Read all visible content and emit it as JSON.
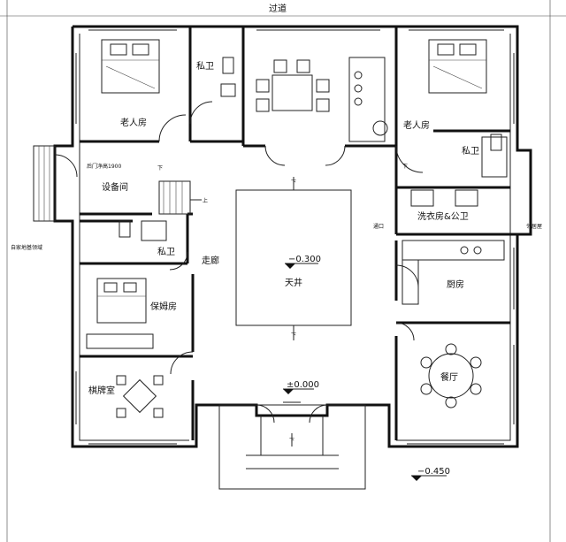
{
  "labels": {
    "passage": "过道",
    "back_door": "后门净高1900",
    "equipment_room": "设备间",
    "elder_room_left": "老人房",
    "elder_room_right": "老人房",
    "toilet_top": "私卫",
    "toilet_left": "私卫",
    "toilet_right": "私卫",
    "laundry": "洗衣房&公卫",
    "kitchen": "厨房",
    "nanny_room": "保姆房",
    "corridor": "走廊",
    "courtyard": "天井",
    "mahjong_room": "棋牌室",
    "dining_room": "餐厅",
    "level_courtyard": "−0.300",
    "level_entry": "±0.000",
    "level_outside": "−0.450",
    "up_mark": "上",
    "down_mark_1": "下",
    "down_mark_2": "下",
    "down_mark_3": "下",
    "down_mark_4": "下",
    "down_mark_5": "下",
    "left_note": "自家地基领域",
    "right_note": "邻居屋",
    "vent_note": "通口"
  }
}
